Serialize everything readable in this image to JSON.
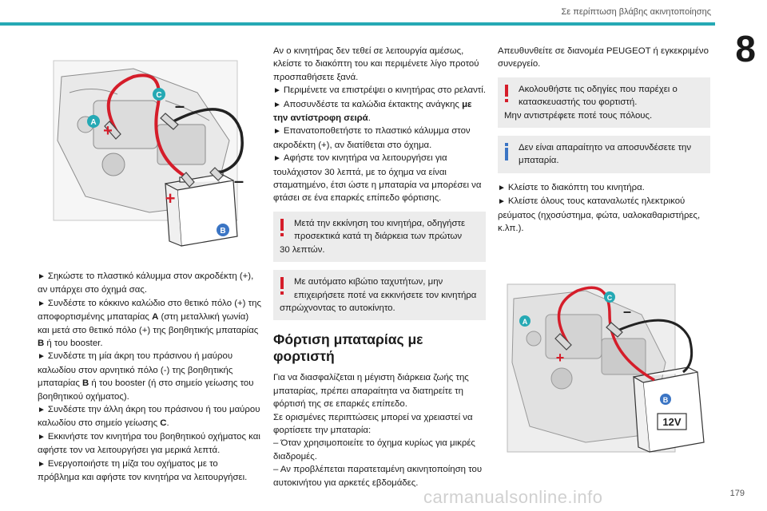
{
  "header": {
    "title": "Σε περίπτωση βλάβης ακινητοποίησης",
    "chapter": "8",
    "page_number": "179"
  },
  "watermark": "carmanualsonline.info",
  "figure1": {
    "label_a": "A",
    "label_b": "B",
    "label_c": "C",
    "plus": "+",
    "minus": "–"
  },
  "figure2": {
    "label_a": "A",
    "label_b": "B",
    "label_c": "C",
    "plus": "+",
    "minus": "–",
    "battery_text": "12V"
  },
  "col1": {
    "steps": [
      "Σηκώστε το πλαστικό κάλυμμα στον ακροδέκτη (+), αν υπάρχει στο όχημά σας.",
      "Συνδέστε το κόκκινο καλώδιο στο θετικό πόλο (+) της αποφορτισμένης μπαταρίας ",
      "Συνδέστε τη μία άκρη του πράσινου ή μαύρου καλωδίου στον αρνητικό πόλο (-) της βοηθητικής μπαταρίας ",
      "Συνδέστε την άλλη άκρη του πράσινου ή του μαύρου καλωδίου στο σημείο γείωσης ",
      "Εκκινήστε τον κινητήρα του βοηθητικού οχήματος και αφήστε τον να λειτουργήσει για μερικά λεπτά.",
      "Ενεργοποιήστε τη μίζα του οχήματος με το πρόβλημα και αφήστε τον κινητήρα να λειτουργήσει."
    ],
    "step2_bold_a": "A",
    "step2_rest": " (στη μεταλλική γωνία) και μετά στο θετικό πόλο (+) της βοηθητικής μπαταρίας ",
    "step2_bold_b": "B",
    "step2_end": " ή του booster.",
    "step3_bold_b": "B",
    "step3_end": " ή του booster (ή στο σημείο γείωσης του βοηθητικού οχήματος).",
    "step4_bold_c": "C",
    "step4_end": "."
  },
  "col2": {
    "intro": "Αν ο κινητήρας δεν τεθεί σε λειτουργία αμέσως, κλείστε το διακόπτη του και περιμένετε λίγο προτού προσπαθήσετε ξανά.",
    "step_wait": "Περιμένετε να επιστρέψει ο κινητήρας στο ρελαντί.",
    "step_disconnect": "Αποσυνδέστε τα καλώδια έκτακτης ανάγκης ",
    "step_disconnect_bold": "με την αντίστροφη σειρά",
    "step_disconnect_end": ".",
    "step_cover": "Επανατοποθετήστε το πλαστικό κάλυμμα στον ακροδέκτη (+), αν διατίθεται στο όχημα.",
    "step_run": "Αφήστε τον κινητήρα να λειτουργήσει για τουλάχιστον 30 λεπτά, με το όχημα να είναι σταματημένο, έτσι ώστε η μπαταρία να μπορέσει να φτάσει σε ένα επαρκές επίπεδο φόρτισης.",
    "warning1_line1": "Μετά την εκκίνηση του κινητήρα, οδηγήστε προσεκτικά κατά τη διάρκεια των πρώτων",
    "warning1_line2": "30 λεπτών.",
    "warning2_line1": "Με αυτόματο κιβώτιο ταχυτήτων, μην επιχειρήσετε ποτέ να εκκινήσετε τον κινητήρα",
    "warning2_line2": "σπρώχνοντας το αυτοκίνητο.",
    "section_title": "Φόρτιση μπαταρίας με φορτιστή",
    "section_p1": "Για να διασφαλίζεται η μέγιστη διάρκεια ζωής της μπαταρίας, πρέπει απαραίτητα να διατηρείτε τη φόρτισή της σε επαρκές επίπεδο.",
    "section_p2": "Σε ορισμένες περιπτώσεις μπορεί να χρειαστεί να φορτίσετε την μπαταρία:",
    "dash1": "–  Όταν χρησιμοποιείτε το όχημα κυρίως για μικρές διαδρομές.",
    "dash2": "–  Αν προβλέπεται παρατεταμένη ακινητοποίηση του αυτοκινήτου για αρκετές εβδομάδες."
  },
  "col3": {
    "intro": "Απευθυνθείτε σε διανομέα PEUGEOT ή εγκεκριμένο συνεργείο.",
    "warning_line1": "Ακολουθήστε τις οδηγίες που παρέχει ο κατασκευαστής του φορτιστή.",
    "warning_line2": "Μην αντιστρέφετε ποτέ τους πόλους.",
    "info_line": "Δεν είναι απαραίτητο να αποσυνδέσετε την μπαταρία.",
    "step_switch": "Κλείστε το διακόπτη του κινητήρα.",
    "step_consumers": "Κλείστε όλους τους καταναλωτές ηλεκτρικού ρεύματος (ηχοσύστημα, φώτα, υαλοκαθαριστήρες, κ.λπ.)."
  },
  "colors": {
    "accent": "#25a9b4",
    "warning": "#d51d2a",
    "info": "#3b75c4",
    "note_bg": "#ececec"
  }
}
